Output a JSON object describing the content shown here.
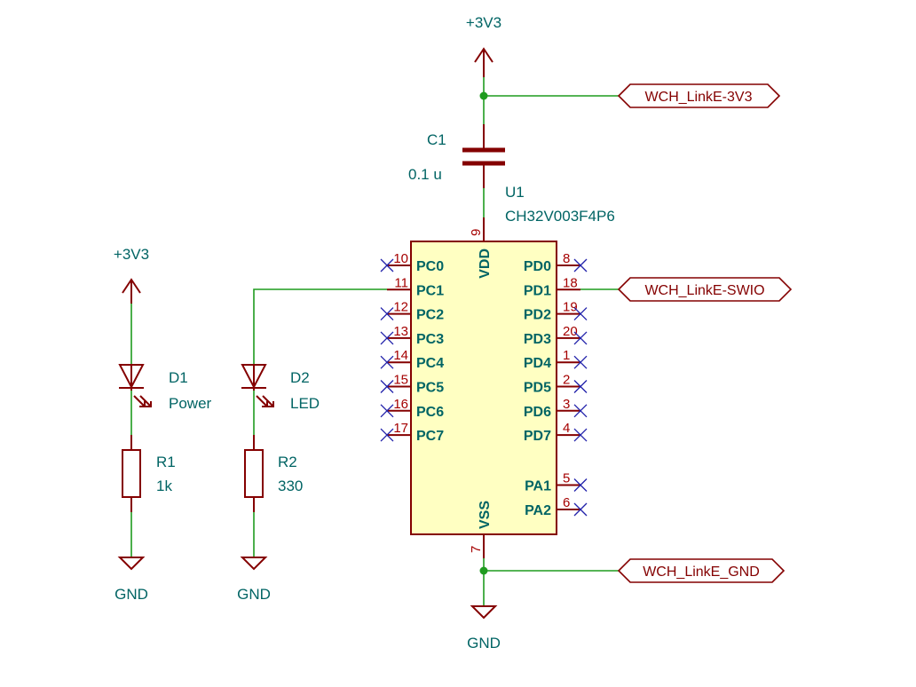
{
  "power": {
    "top_3v3": "+3V3",
    "left_3v3": "+3V3",
    "gnd_bottom": "GND",
    "gnd_r1": "GND",
    "gnd_r2": "GND"
  },
  "cap": {
    "ref": "C1",
    "value": "0.1 u"
  },
  "ic": {
    "ref": "U1",
    "value": "CH32V003F4P6",
    "vdd": {
      "name": "VDD",
      "num": "9"
    },
    "vss": {
      "name": "VSS",
      "num": "7"
    },
    "left_pins": [
      {
        "num": "10",
        "name": "PC0"
      },
      {
        "num": "11",
        "name": "PC1"
      },
      {
        "num": "12",
        "name": "PC2"
      },
      {
        "num": "13",
        "name": "PC3"
      },
      {
        "num": "14",
        "name": "PC4"
      },
      {
        "num": "15",
        "name": "PC5"
      },
      {
        "num": "16",
        "name": "PC6"
      },
      {
        "num": "17",
        "name": "PC7"
      }
    ],
    "right_pins": [
      {
        "num": "8",
        "name": "PD0"
      },
      {
        "num": "18",
        "name": "PD1"
      },
      {
        "num": "19",
        "name": "PD2"
      },
      {
        "num": "20",
        "name": "PD3"
      },
      {
        "num": "1",
        "name": "PD4"
      },
      {
        "num": "2",
        "name": "PD5"
      },
      {
        "num": "3",
        "name": "PD6"
      },
      {
        "num": "4",
        "name": "PD7"
      },
      {
        "num": "5",
        "name": "PA1"
      },
      {
        "num": "6",
        "name": "PA2"
      }
    ]
  },
  "d1": {
    "ref": "D1",
    "value": "Power"
  },
  "d2": {
    "ref": "D2",
    "value": "LED"
  },
  "r1": {
    "ref": "R1",
    "value": "1k"
  },
  "r2": {
    "ref": "R2",
    "value": "330"
  },
  "labels": {
    "v3": "WCH_LinkE-3V3",
    "swio": "WCH_LinkE-SWIO",
    "gnd": "WCH_LinkE_GND"
  },
  "colors": {
    "wire": "#1f9b1f",
    "symbol": "#840000",
    "ic_fill": "#ffffc2",
    "text": "#006464",
    "pin_number": "#a50000",
    "no_connect": "#2222aa"
  }
}
